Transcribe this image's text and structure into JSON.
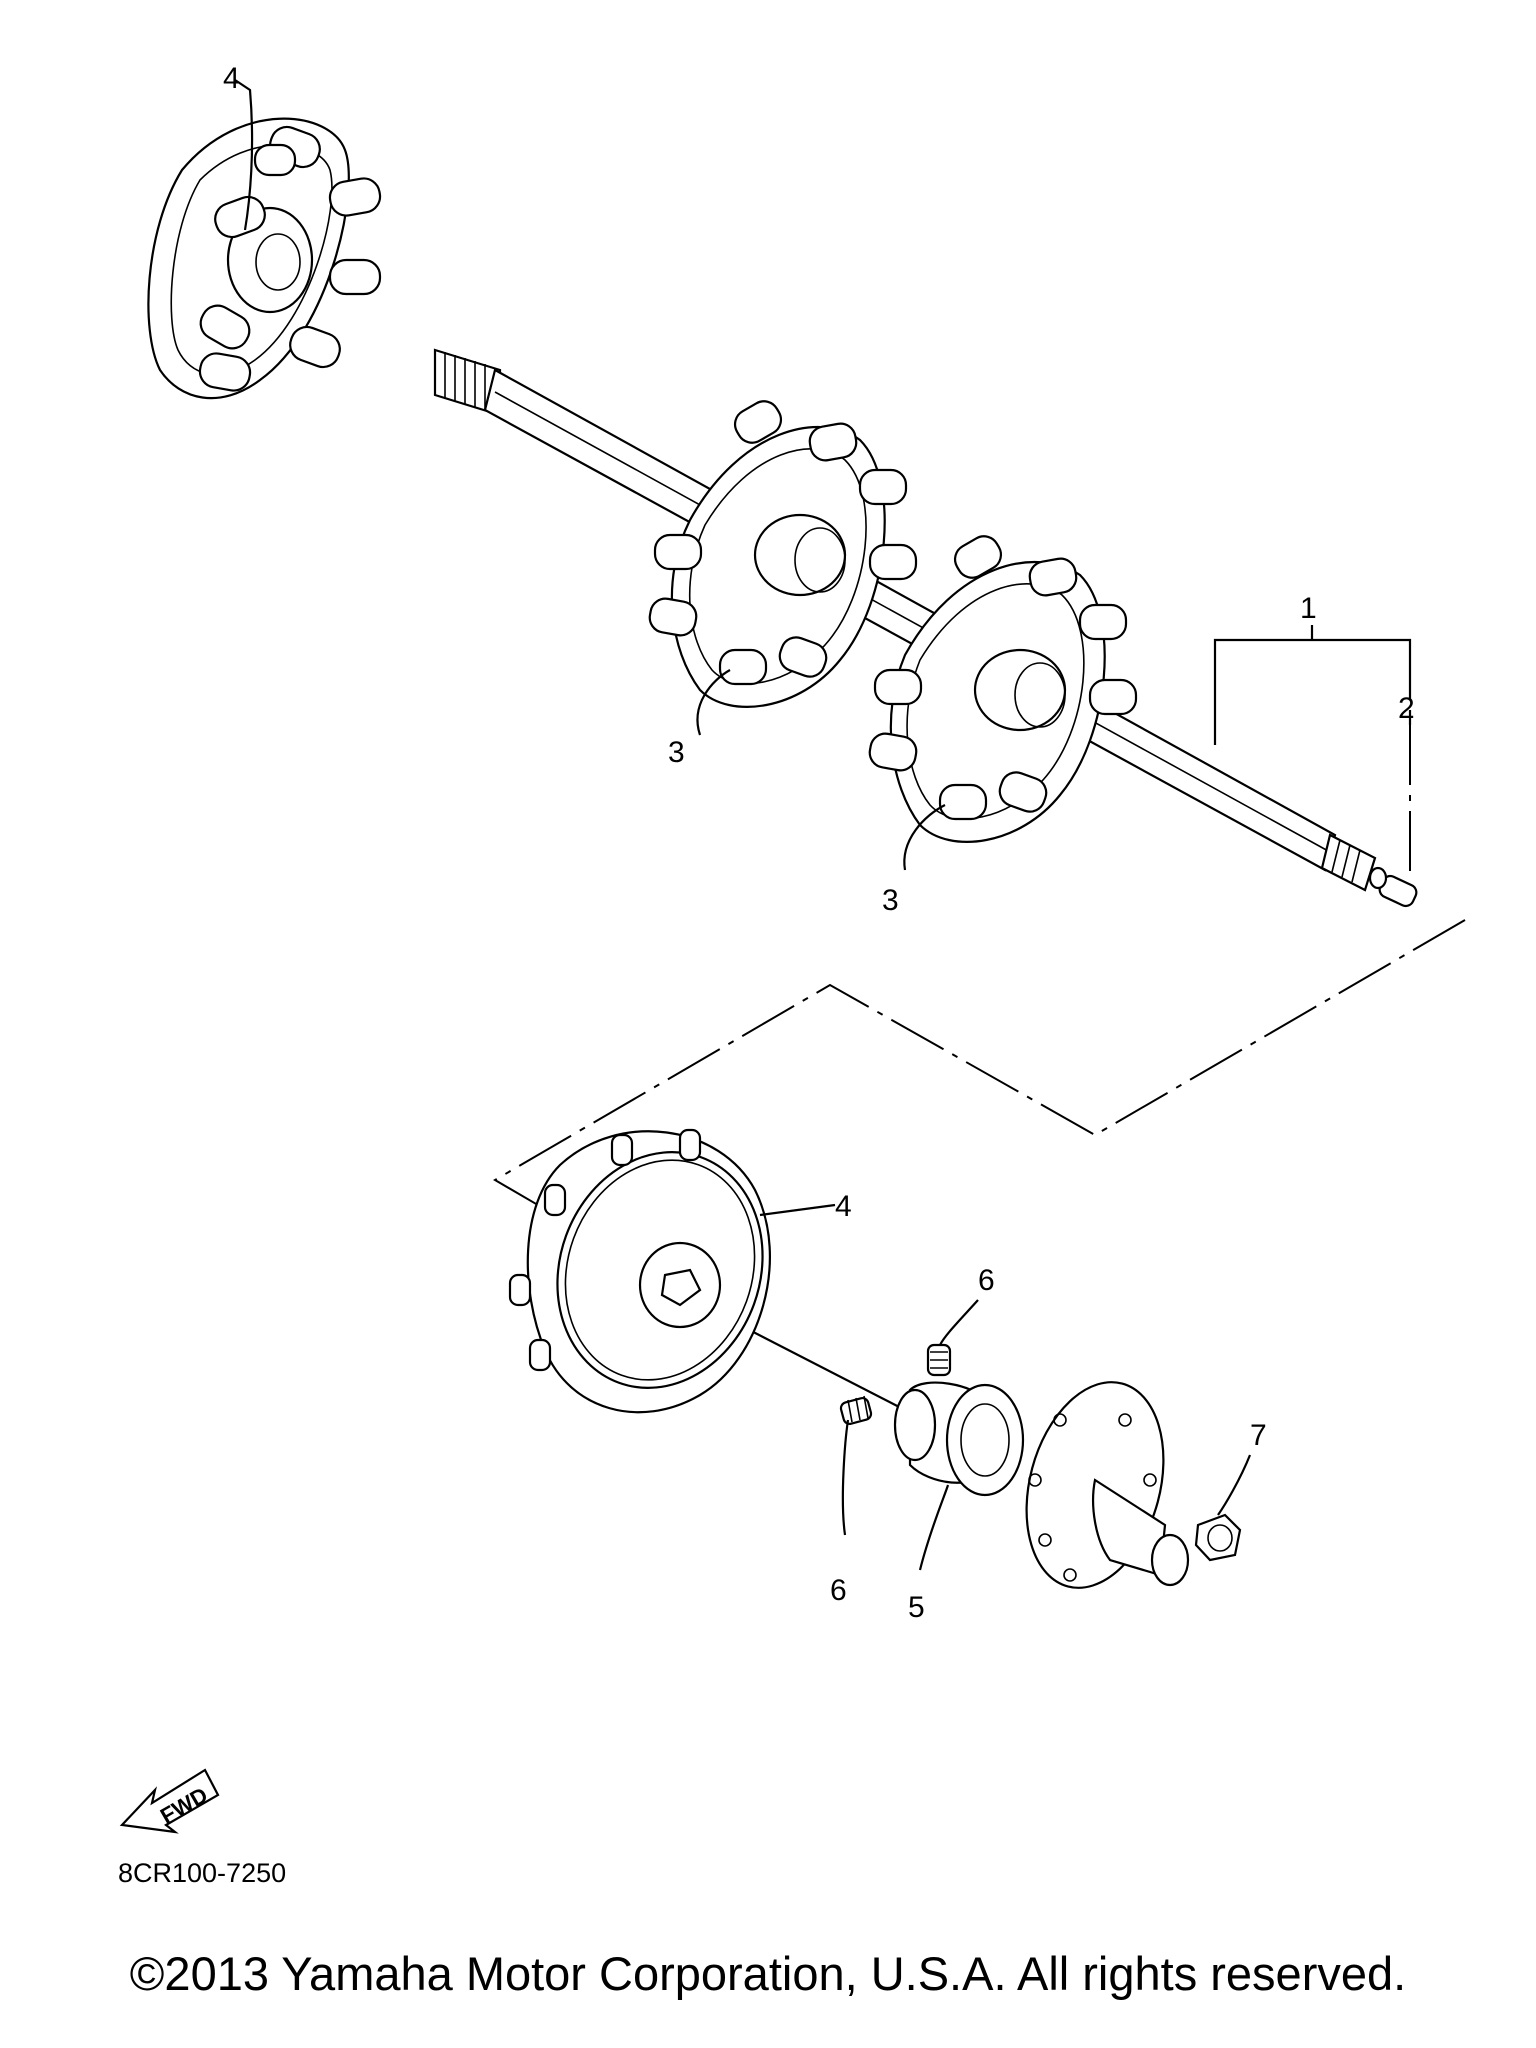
{
  "callouts": {
    "c1": "1",
    "c2": "2",
    "c3a": "3",
    "c3b": "3",
    "c4a": "4",
    "c4b": "4",
    "c5": "5",
    "c6a": "6",
    "c6b": "6",
    "c7": "7"
  },
  "fwd_label": "FWD",
  "drawing_number": "8CR100-7250",
  "copyright": "©2013 Yamaha Motor Corporation, U.S.A. All rights reserved."
}
